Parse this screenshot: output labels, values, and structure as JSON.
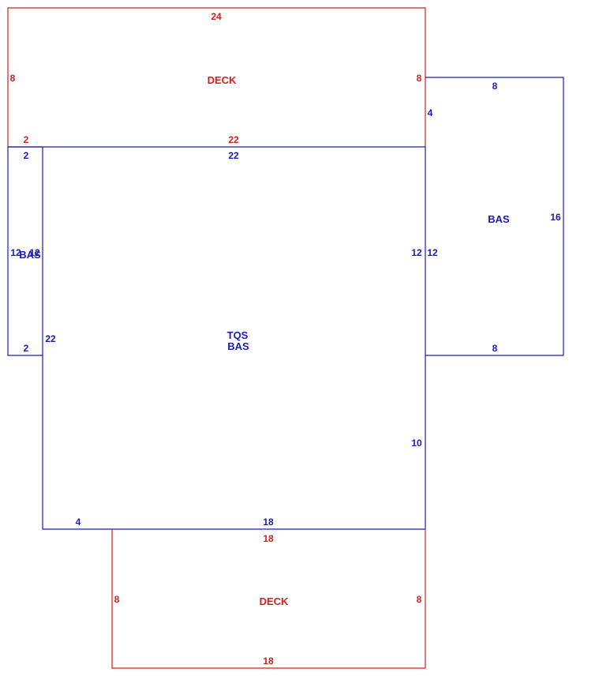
{
  "colors": {
    "blue": "#1a1ab8",
    "red": "#d42020",
    "background": "#ffffff"
  },
  "sketch": {
    "deck_top": {
      "label": "DECK",
      "dims": {
        "top": "24",
        "left": "8",
        "right": "8",
        "bottom_left": "2",
        "bottom": "22"
      }
    },
    "left_bas": {
      "label": "BAS",
      "dims": {
        "top": "2",
        "left": "12",
        "right": "12",
        "bottom": "2"
      }
    },
    "main": {
      "label_line1": "TQS",
      "label_line2": "BAS",
      "dims": {
        "top": "22",
        "left": "22",
        "right_upper": "12",
        "right_lower": "10",
        "bottom_left": "4",
        "bottom": "18"
      }
    },
    "right_bas": {
      "label": "BAS",
      "dims": {
        "top": "8",
        "left_upper": "4",
        "left": "12",
        "right": "16",
        "bottom": "8"
      }
    },
    "deck_bottom": {
      "label": "DECK",
      "dims": {
        "top": "18",
        "left": "8",
        "right": "8",
        "bottom": "18"
      }
    }
  }
}
